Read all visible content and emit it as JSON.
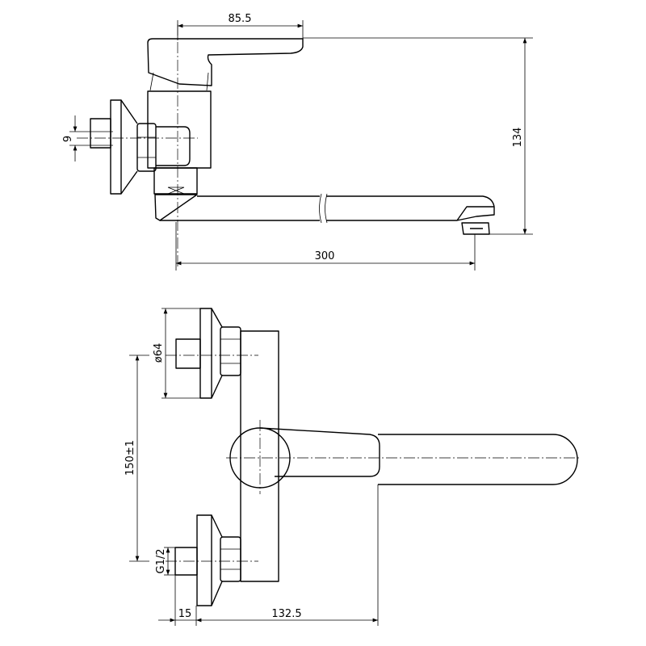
{
  "drawing": {
    "side_view": {
      "dim_handle": "85.5",
      "dim_height": "134",
      "dim_pipe": "9",
      "dim_length": "300"
    },
    "top_view": {
      "dim_flange": "ø64",
      "dim_spacing": "150±1",
      "dim_thread": "G1/2",
      "dim_pipe_depth": "15",
      "dim_spout_offset": "132.5"
    }
  }
}
